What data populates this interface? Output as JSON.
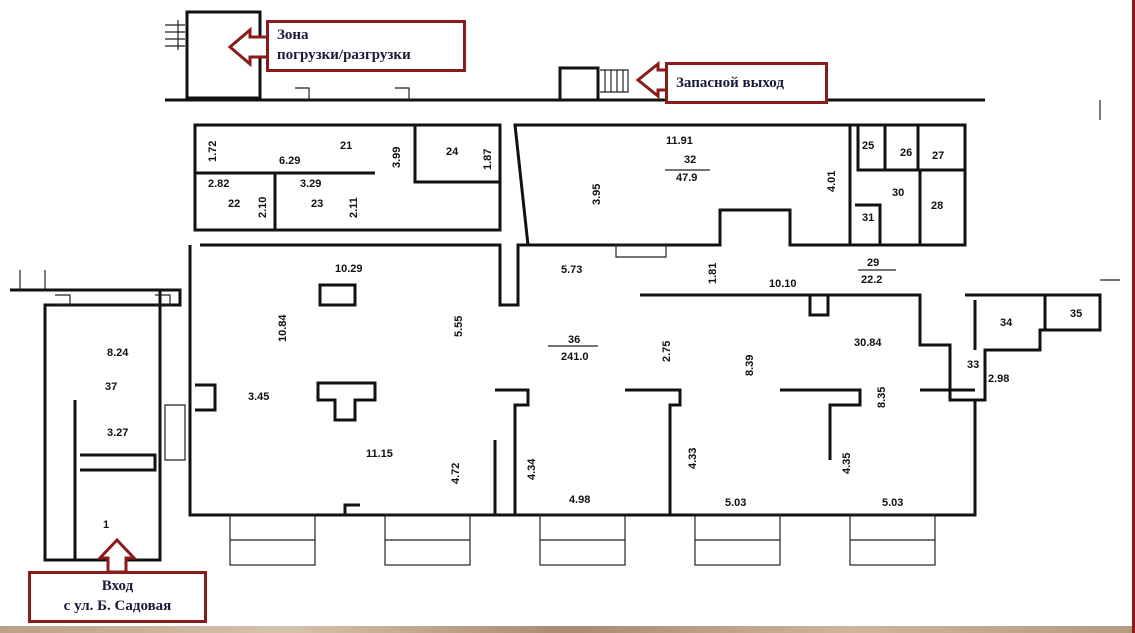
{
  "callouts": {
    "loading_zone": "Зона погрузки/разгрузки",
    "loading_zone_line1": "Зона",
    "loading_zone_line2": "погрузки/разгрузки",
    "emergency_exit": "Запасной выход",
    "entrance_line1": "Вход",
    "entrance_line2": "с ул. Б. Садовая"
  },
  "rooms": {
    "r21": "21",
    "r22": "22",
    "r23": "23",
    "r24": "24",
    "r25": "25",
    "r26": "26",
    "r27": "27",
    "r28": "28",
    "r29": "29",
    "r29_area": "22.2",
    "r30": "30",
    "r31": "31",
    "r32": "32",
    "r32_area": "47.9",
    "r33": "33",
    "r34": "34",
    "r35": "35",
    "r36": "36",
    "r36_area": "241.0",
    "r37": "37",
    "r1": "1"
  },
  "dimensions": [
    "1.72",
    "6.29",
    "3.99",
    "1.87",
    "2.82",
    "2.10",
    "3.29",
    "2.11",
    "11.91",
    "3.95",
    "4.01",
    "10.29",
    "5.73",
    "1.81",
    "10.10",
    "10.84",
    "5.55",
    "2.75",
    "8.39",
    "30.84",
    "8.35",
    "8.24",
    "3.45",
    "3.27",
    "11.15",
    "4.72",
    "4.34",
    "4.98",
    "4.33",
    "5.03",
    "4.35",
    "5.03",
    "2.98"
  ],
  "colors": {
    "callout_border": "#8b1a1a",
    "walls": "#111111"
  }
}
